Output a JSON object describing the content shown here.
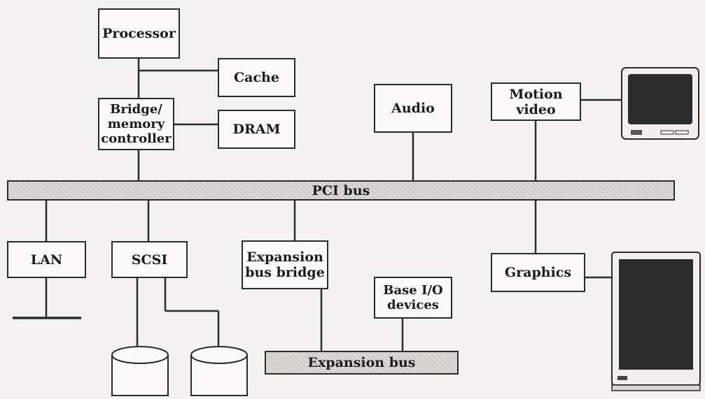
{
  "diagram": {
    "processor": "Processor",
    "cache": "Cache",
    "bridge": "Bridge/\nmemory\ncontroller",
    "dram": "DRAM",
    "audio": "Audio",
    "motion_video": "Motion\nvideo",
    "pci_bus": "PCI bus",
    "lan": "LAN",
    "scsi": "SCSI",
    "expansion_bridge": "Expansion\nbus bridge",
    "base_io": "Base I/O\ndevices",
    "graphics": "Graphics",
    "expansion_bus": "Expansion bus"
  },
  "icons": [
    "tv-monitor-icon",
    "crt-display-icon",
    "disk-drive-icon"
  ]
}
